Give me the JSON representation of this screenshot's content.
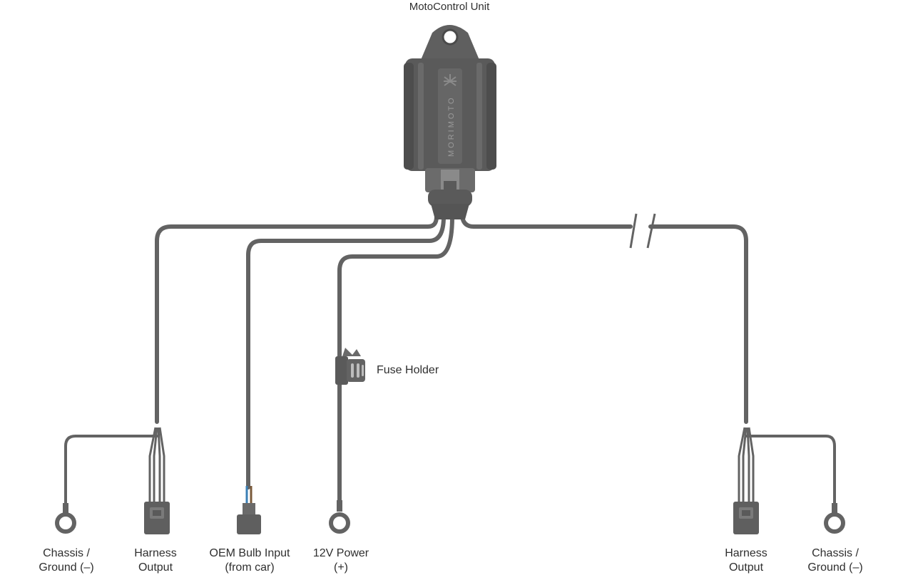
{
  "title": "MotoControl Unit",
  "unit_brand": "MORIMOTO",
  "fuse_label": "Fuse Holder",
  "connectors": [
    {
      "id": "chassis-ground-left",
      "line1": "Chassis /",
      "line2": "Ground (–)"
    },
    {
      "id": "harness-output-left",
      "line1": "Harness",
      "line2": "Output"
    },
    {
      "id": "oem-bulb-input",
      "line1": "OEM Bulb Input",
      "line2": "(from car)"
    },
    {
      "id": "power-12v",
      "line1": "12V Power",
      "line2": "(+)"
    },
    {
      "id": "harness-output-right",
      "line1": "Harness",
      "line2": "Output"
    },
    {
      "id": "chassis-ground-right",
      "line1": "Chassis /",
      "line2": "Ground (–)"
    }
  ],
  "colors": {
    "wire": "#636363",
    "unit_body": "#5a5a5a",
    "unit_fin": "#4a4a4a",
    "bulb_wire_blue": "#3a7fb5",
    "text": "#2f2f2f"
  }
}
